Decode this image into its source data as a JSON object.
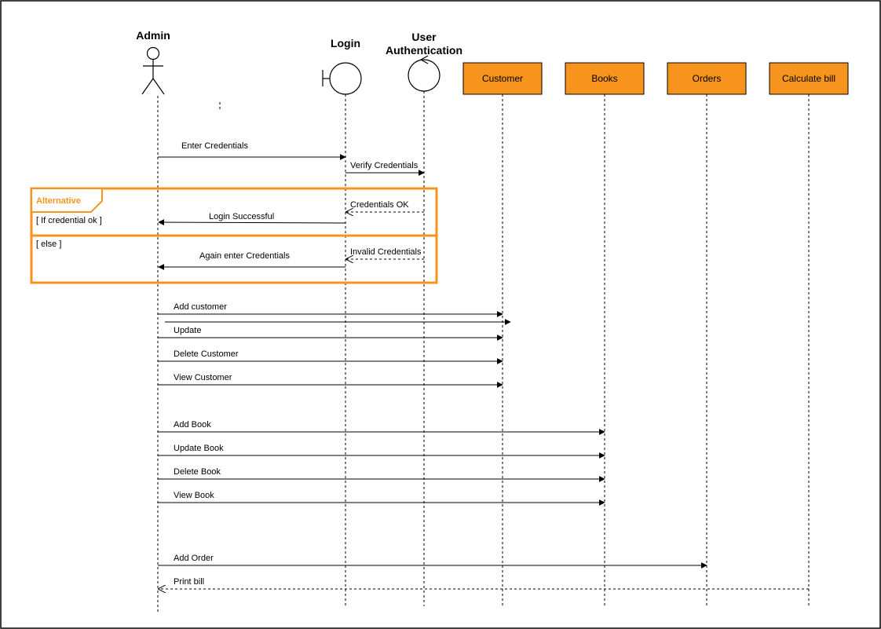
{
  "colors": {
    "object_fill": "#f7941d",
    "frame_border": "#f7941d",
    "frame_title": "#f7941d",
    "line": "#000000"
  },
  "participants": {
    "admin": "Admin",
    "login": "Login",
    "user_auth_line1": "User",
    "user_auth_line2": "Authentication",
    "customer": "Customer",
    "books": "Books",
    "orders": "Orders",
    "calculate_bill": "Calculate bill"
  },
  "messages": {
    "enter_credentials": "Enter Credentials",
    "verify_credentials": "Verify Credentials",
    "credentials_ok": "Credentials OK",
    "login_successful": "Login Successful",
    "invalid_credentials": "Invalid Credentials",
    "again_enter_credentials": "Again enter Credentials",
    "add_customer": "Add customer",
    "update": "Update",
    "delete_customer": "Delete Customer",
    "view_customer": "View Customer",
    "add_book": "Add Book",
    "update_book": "Update Book",
    "delete_book": "Delete Book",
    "view_book": "View Book",
    "add_order": "Add Order",
    "print_bill": "Print bill"
  },
  "fragment": {
    "title": "Alternative",
    "guard_if": "[ If credential ok ]",
    "guard_else": "[ else ]"
  }
}
